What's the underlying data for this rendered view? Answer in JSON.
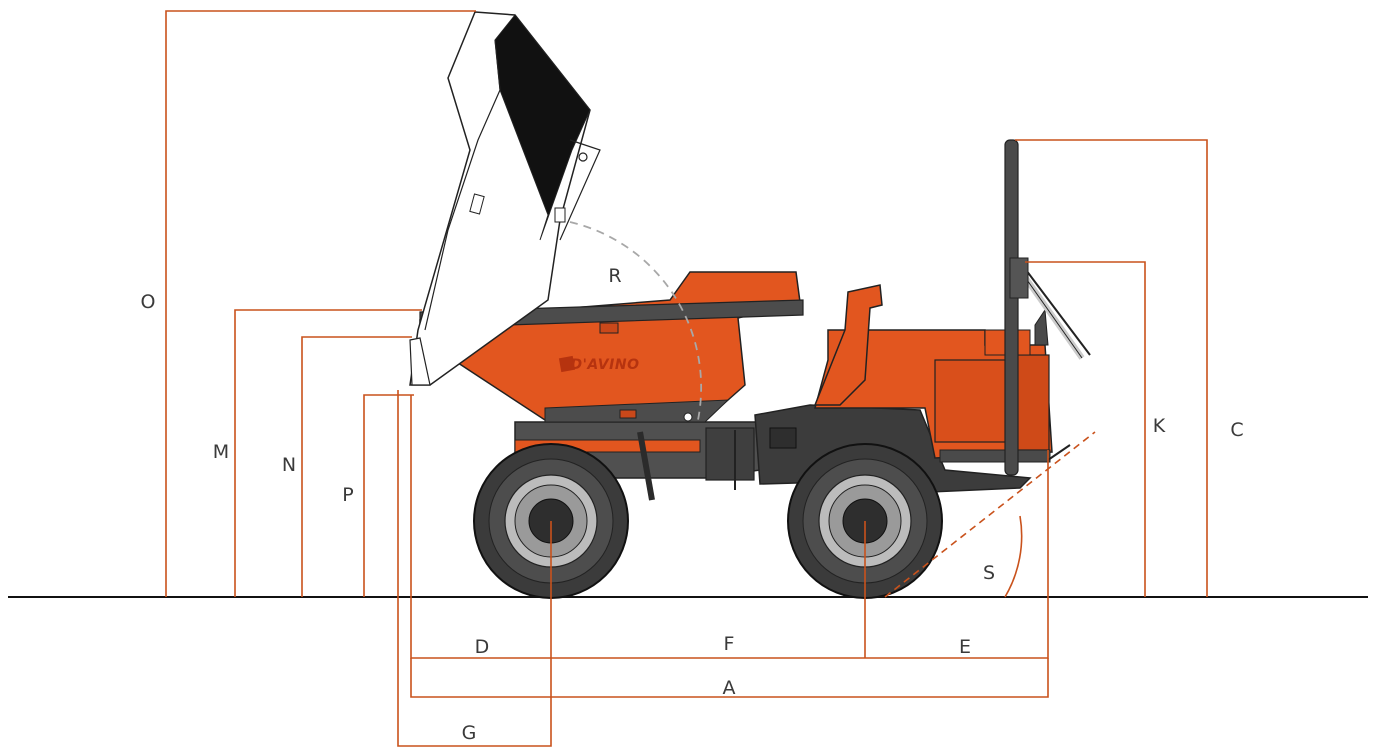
{
  "diagram": {
    "brand_text": "D'AVINO",
    "labels": {
      "A": "A",
      "C": "C",
      "D": "D",
      "E": "E",
      "F": "F",
      "G": "G",
      "K": "K",
      "M": "M",
      "N": "N",
      "O": "O",
      "P": "P",
      "R": "R",
      "S": "S"
    },
    "colors": {
      "dimension_line": "#c9521c",
      "body_orange": "#e2561f",
      "body_dark": "#4a4a4a",
      "tire": "#3b3b3b",
      "ground": "#111111",
      "dashed_arc": "#a8a8a8"
    }
  }
}
